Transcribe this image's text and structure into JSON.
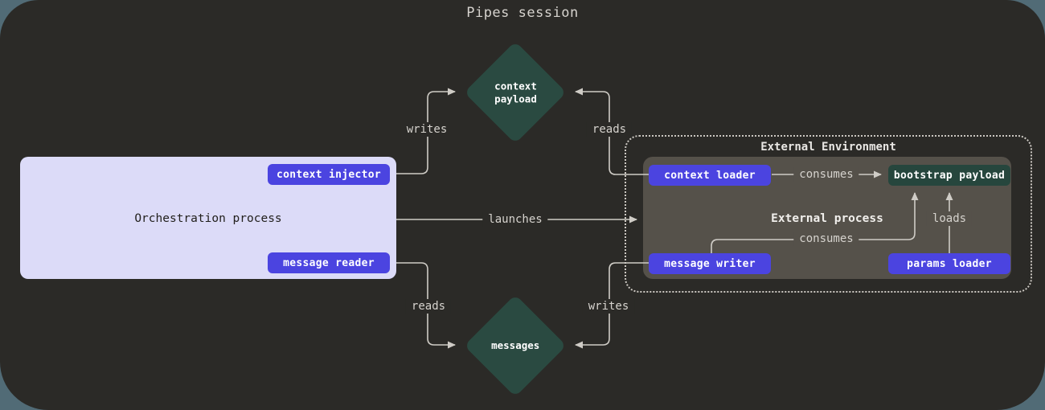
{
  "title": "Pipes session",
  "colors": {
    "background": "#2b2a27",
    "page_behind": "#516b76",
    "accent_purple": "#4b44e0",
    "diamond_green": "#2a4a41",
    "payload_green": "#26463d",
    "orchestration_lavender": "#dcdbf8",
    "external_process_gray": "#55514a",
    "wire": "#cfccc6"
  },
  "nodes": {
    "context_payload": {
      "label": "context\npayload"
    },
    "messages": {
      "label": "messages"
    },
    "orchestration": {
      "label": "Orchestration process"
    },
    "context_injector": {
      "label": "context injector"
    },
    "message_reader": {
      "label": "message reader"
    },
    "external_environment": {
      "label": "External Environment"
    },
    "external_process": {
      "label": "External process"
    },
    "context_loader": {
      "label": "context loader"
    },
    "bootstrap_payload": {
      "label": "bootstrap payload"
    },
    "message_writer": {
      "label": "message writer"
    },
    "params_loader": {
      "label": "params loader"
    }
  },
  "edges": {
    "writes_top": {
      "label": "writes",
      "from": "context injector",
      "to": "context payload"
    },
    "reads_top": {
      "label": "reads",
      "from": "context loader",
      "to": "context payload"
    },
    "launches": {
      "label": "launches",
      "from": "Orchestration process",
      "to": "External process"
    },
    "consumes_top": {
      "label": "consumes",
      "from": "context loader",
      "to": "bootstrap payload"
    },
    "consumes_bottom": {
      "label": "consumes",
      "from": "message writer",
      "to": "bootstrap payload"
    },
    "loads": {
      "label": "loads",
      "from": "params loader",
      "to": "bootstrap payload"
    },
    "reads_bottom": {
      "label": "reads",
      "from": "message reader",
      "to": "messages"
    },
    "writes_bottom": {
      "label": "writes",
      "from": "message writer",
      "to": "messages"
    }
  }
}
